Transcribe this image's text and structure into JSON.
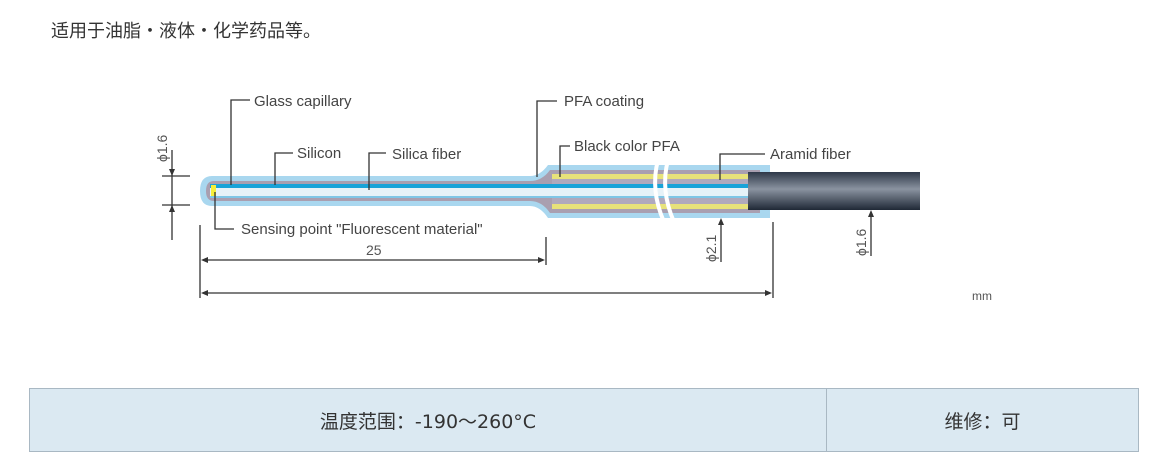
{
  "intro": "适用于油脂・液体・化学药品等。",
  "diagram": {
    "labels": {
      "glass_capillary": "Glass capillary",
      "silicon": "Silicon",
      "silica_fiber": "Silica fiber",
      "pfa_coating": "PFA coating",
      "black_pfa": "Black color PFA",
      "aramid_fiber": "Aramid fiber",
      "sensing_point": "Sensing point \"Fluorescent material\""
    },
    "dimensions": {
      "tip_diameter": "ϕ1.6",
      "length_25": "25",
      "pfa_diameter": "ϕ2.1",
      "cable_diameter": "ϕ1.6",
      "unit": "mm"
    }
  },
  "table": {
    "temperature": "温度范围：-190～260°C",
    "repair": "维修：可"
  }
}
